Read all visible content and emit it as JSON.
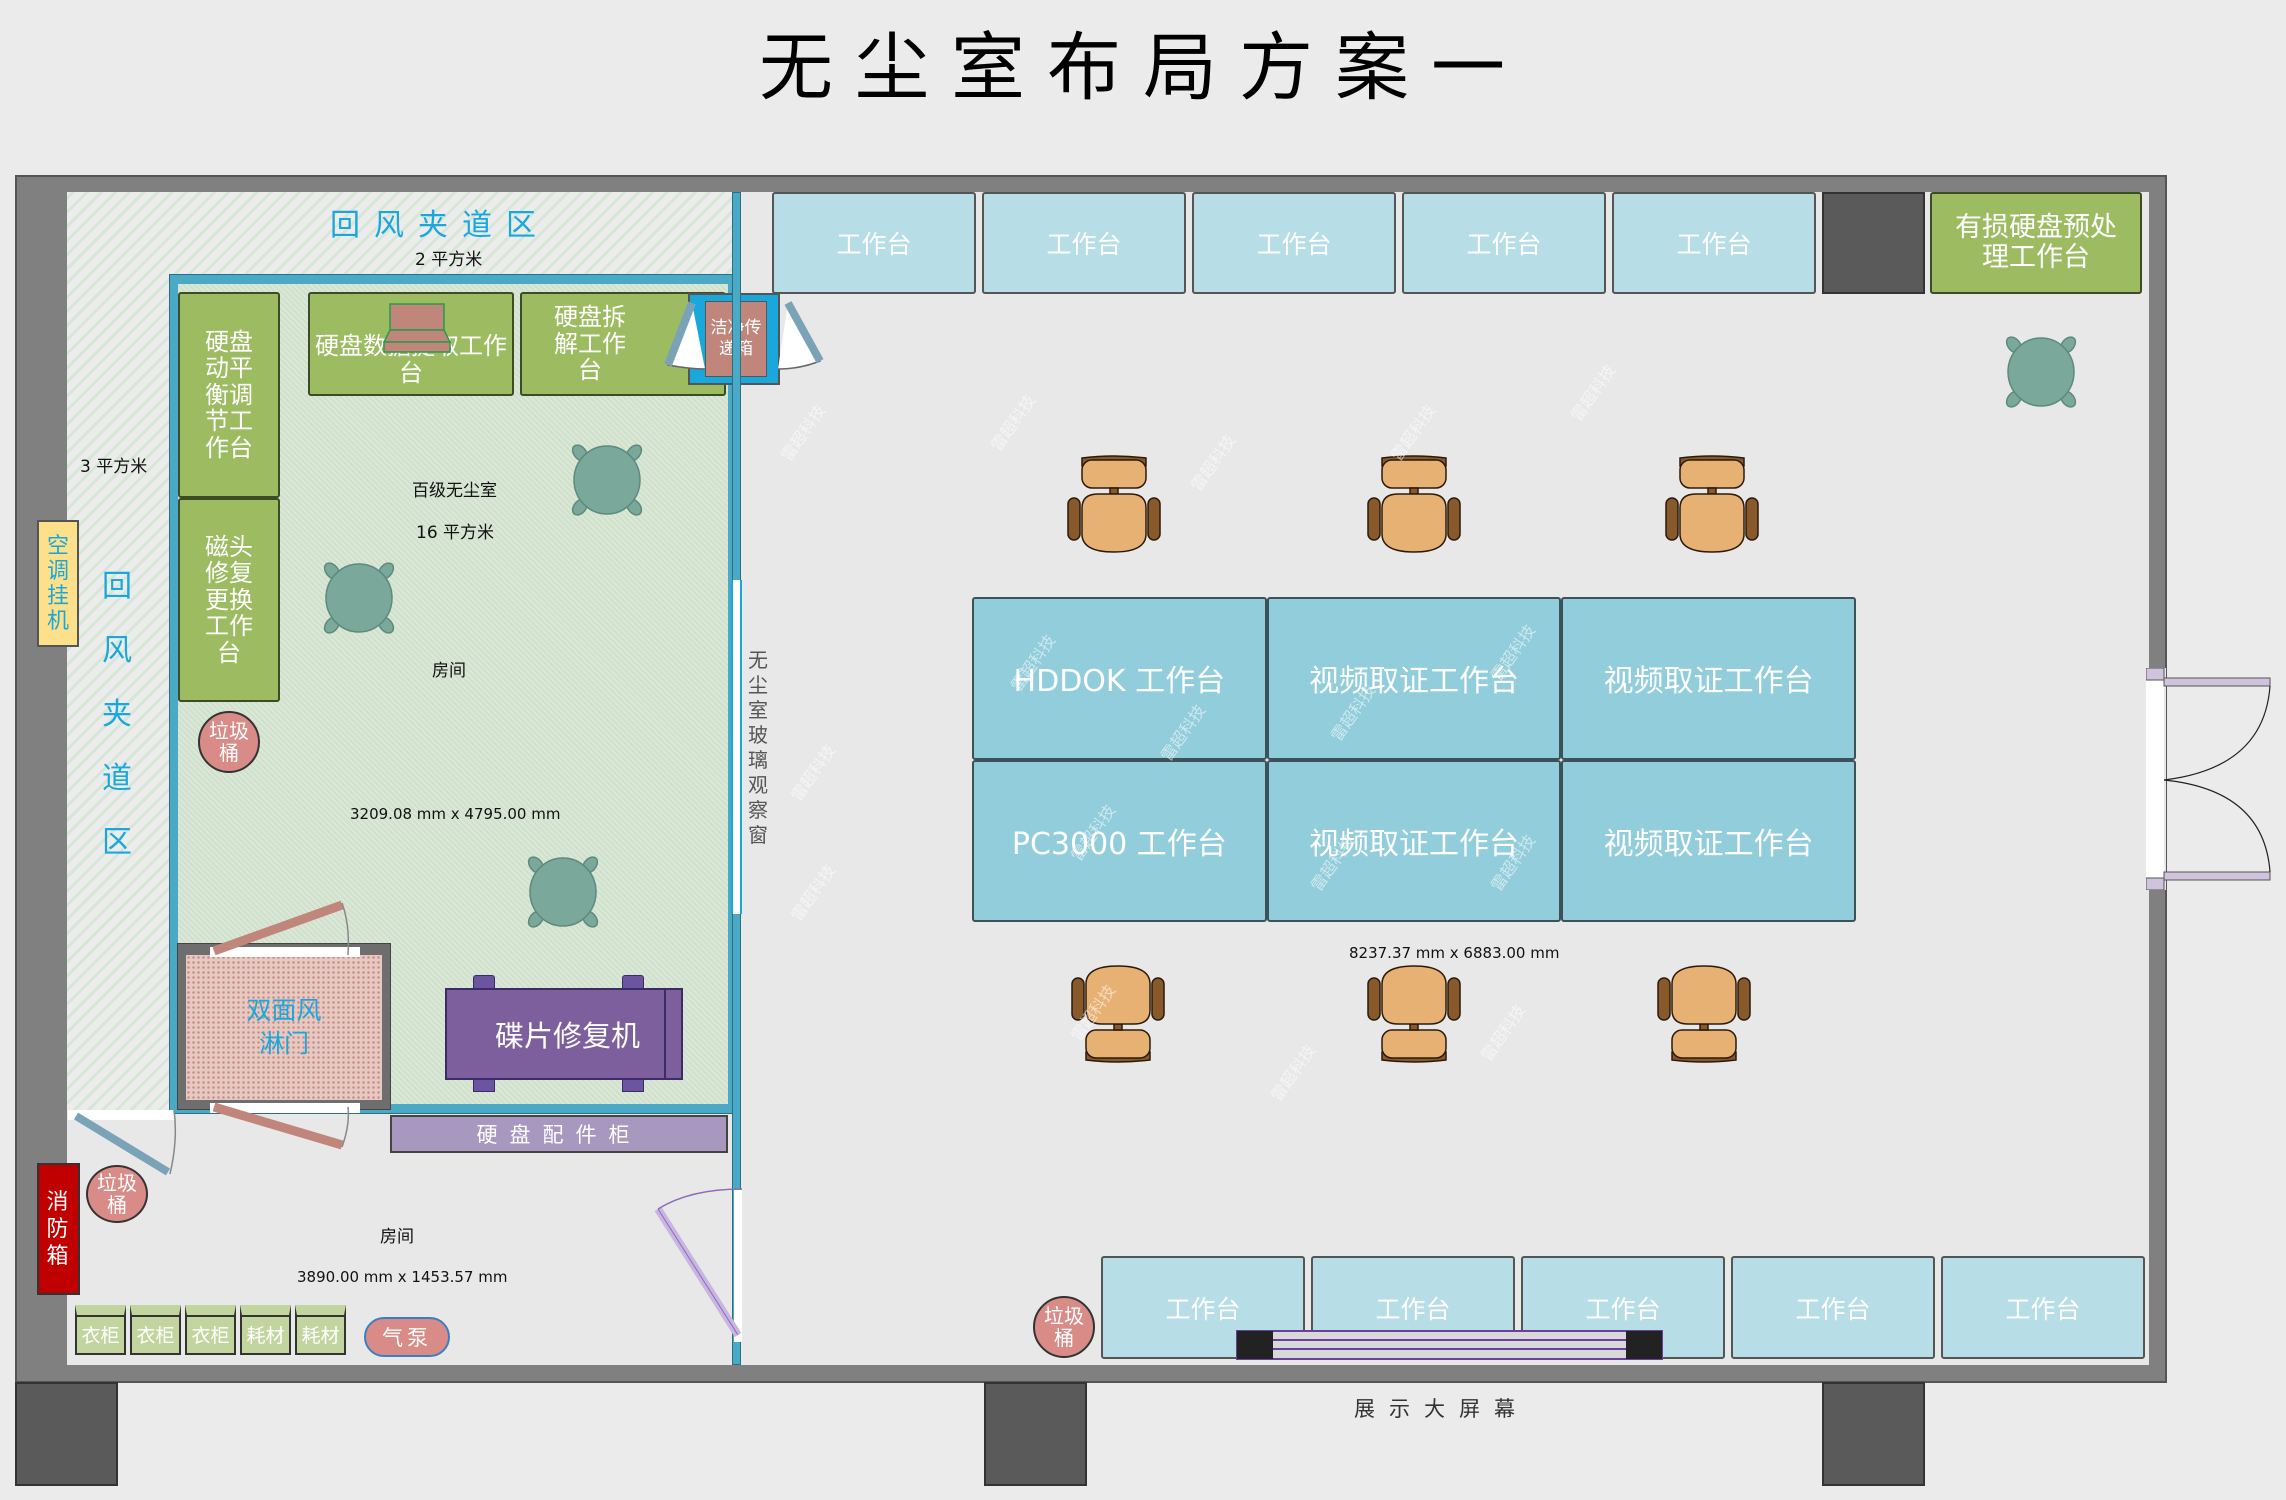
{
  "title": "无尘室布局方案一",
  "return_air_zone": {
    "top_label": "回风夹道区",
    "top_area": "2 平方米",
    "left_label": "回风夹道区",
    "left_area": "3 平方米"
  },
  "ac_unit": "空调挂机",
  "clean_room": {
    "name": "百级无尘室",
    "area": "16 平方米",
    "room_label": "房间",
    "dimensions": "3209.08 mm x 4795.00 mm",
    "benches": {
      "balance": "硬盘动平衡调节工作台",
      "head_repair": "磁头修复更换工作台",
      "data_extraction": "硬盘数据提取工作台",
      "disassembly": "硬盘拆解工作台"
    },
    "trash_bin": "垃圾桶",
    "platter_machine": "碟片修复机",
    "air_shower": "双面风淋门",
    "pass_box": "洁净传递箱"
  },
  "glass_window": "无尘室玻璃观察窗",
  "parts_cabinet": "硬盘配件柜",
  "anteroom": {
    "room_label": "房间",
    "dimensions": "3890.00 mm x 1453.57 mm",
    "fire_box": "消防箱",
    "trash_bin": "垃圾桶",
    "lockers": [
      "衣柜",
      "衣柜",
      "衣柜",
      "耗材",
      "耗材"
    ],
    "air_pump": "气泵"
  },
  "main_room": {
    "dimensions": "8237.37 mm x 6883.00 mm",
    "top_benches": [
      "工作台",
      "工作台",
      "工作台",
      "工作台",
      "工作台"
    ],
    "damaged_disk_bench": "有损硬盘预处理工作台",
    "center_tables": [
      "HDDOK 工作台",
      "视频取证工作台",
      "视频取证工作台",
      "PC3000 工作台",
      "视频取证工作台",
      "视频取证工作台"
    ],
    "bottom_benches": [
      "工作台",
      "工作台",
      "工作台",
      "工作台",
      "工作台"
    ],
    "trash_bin": "垃圾桶",
    "screen_label": "展示大屏幕"
  },
  "watermark": "雷超科技",
  "colors": {
    "wall": "#808080",
    "bench_blue": "#b7dde6",
    "table_blue": "#92cddb",
    "bench_green": "#9dbb61",
    "clean_wall": "#4aaac6",
    "machine_purple": "#7d5f9e",
    "cabinet_purple": "#a898c0",
    "fire_red": "#c00000",
    "stool_teal": "#7aa89a",
    "chair_tan": "#e8b174"
  }
}
